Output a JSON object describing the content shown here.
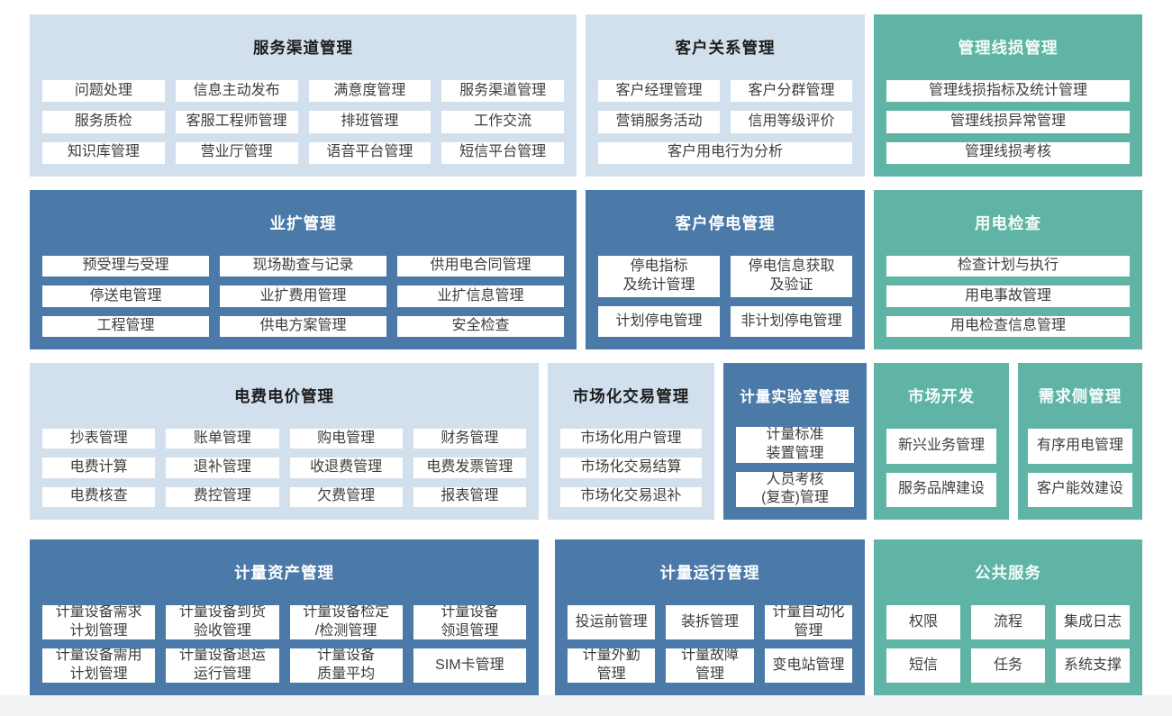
{
  "colors": {
    "light_blue_block": "#d2e0ee",
    "dark_blue_block": "#4b7aa9",
    "teal_block": "#5fb4a6",
    "card_background": "#ffffff",
    "card_text": "#3d3d3d",
    "footer_band": "#f1f3f5"
  },
  "blocks": {
    "service_channel": {
      "title": "服务渠道管理",
      "items": [
        "问题处理",
        "信息主动发布",
        "满意度管理",
        "服务渠道管理",
        "服务质检",
        "客服工程师管理",
        "排班管理",
        "工作交流",
        "知识库管理",
        "营业厅管理",
        "语音平台管理",
        "短信平台管理"
      ]
    },
    "customer_relation": {
      "title": "客户关系管理",
      "items": [
        "客户经理管理",
        "客户分群管理",
        "营销服务活动",
        "信用等级评价",
        "客户用电行为分析"
      ]
    },
    "line_loss": {
      "title": "管理线损管理",
      "items": [
        "管理线损指标及统计管理",
        "管理线损异常管理",
        "管理线损考核"
      ]
    },
    "business_expansion": {
      "title": "业扩管理",
      "items": [
        "预受理与受理",
        "现场勘查与记录",
        "供用电合同管理",
        "停送电管理",
        "业扩费用管理",
        "业扩信息管理",
        "工程管理",
        "供电方案管理",
        "安全检查"
      ]
    },
    "customer_outage": {
      "title": "客户停电管理",
      "items": [
        "停电指标\n及统计管理",
        "停电信息获取\n及验证",
        "计划停电管理",
        "非计划停电管理"
      ]
    },
    "power_inspection": {
      "title": "用电检查",
      "items": [
        "检查计划与执行",
        "用电事故管理",
        "用电检查信息管理"
      ]
    },
    "billing": {
      "title": "电费电价管理",
      "items": [
        "抄表管理",
        "账单管理",
        "购电管理",
        "财务管理",
        "电费计算",
        "退补管理",
        "收退费管理",
        "电费发票管理",
        "电费核查",
        "费控管理",
        "欠费管理",
        "报表管理"
      ]
    },
    "market_trade": {
      "title": "市场化交易管理",
      "items": [
        "市场化用户管理",
        "市场化交易结算",
        "市场化交易退补"
      ]
    },
    "metering_lab": {
      "title": "计量实验室管理",
      "items": [
        "计量标准\n装置管理",
        "人员考核\n(复查)管理"
      ]
    },
    "market_dev": {
      "title": "市场开发",
      "items": [
        "新兴业务管理",
        "服务品牌建设"
      ]
    },
    "demand_side": {
      "title": "需求侧管理",
      "items": [
        "有序用电管理",
        "客户能效建设"
      ]
    },
    "metering_asset": {
      "title": "计量资产管理",
      "items": [
        "计量设备需求\n计划管理",
        "计量设备到货\n验收管理",
        "计量设备检定\n/检测管理",
        "计量设备\n领退管理",
        "计量设备需用\n计划管理",
        "计量设备退运\n运行管理",
        "计量设备\n质量平均",
        "SIM卡管理"
      ]
    },
    "metering_operation": {
      "title": "计量运行管理",
      "items": [
        "投运前管理",
        "装拆管理",
        "计量自动化\n管理",
        "计量外勤\n管理",
        "计量故障\n管理",
        "变电站管理"
      ]
    },
    "public_service": {
      "title": "公共服务",
      "items": [
        "权限",
        "流程",
        "集成日志",
        "短信",
        "任务",
        "系统支撑"
      ]
    }
  }
}
